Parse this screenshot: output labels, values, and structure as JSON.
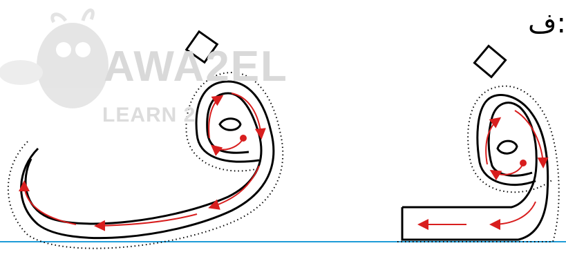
{
  "letter_label": "ف:",
  "watermark": {
    "name": "AWA2EL",
    "tagline": "LEARN 2"
  },
  "colors": {
    "outline": "#000000",
    "dotted_guide": "#000000",
    "stroke_arrows": "#d81e1e",
    "baseline": "#1e9bd7",
    "watermark": "#d9d9d9"
  },
  "icons": [
    "diamond-dot-icon",
    "start-point-icon",
    "direction-arrow-icon"
  ]
}
